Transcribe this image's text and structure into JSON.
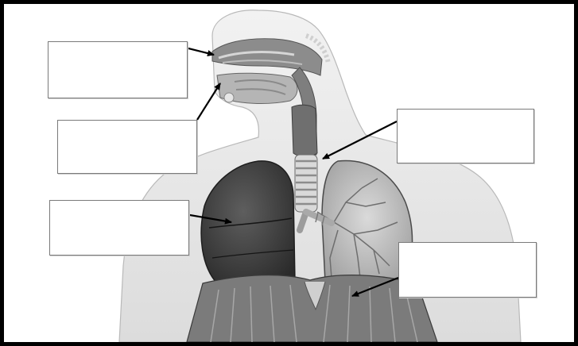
{
  "diagram": {
    "label_boxes": [
      {
        "id": "box-1",
        "text": ""
      },
      {
        "id": "box-2",
        "text": ""
      },
      {
        "id": "box-3",
        "text": ""
      },
      {
        "id": "box-4",
        "text": ""
      },
      {
        "id": "box-5",
        "text": ""
      }
    ],
    "colors": {
      "border": "#000000",
      "skin": "#e9e9e9",
      "tissue": "#8c8c8c",
      "lung_dark": "#3e3e3e",
      "lung_light": "#c9c9c9",
      "diaphragm": "#7b7b7b",
      "arrow": "#000000"
    }
  }
}
